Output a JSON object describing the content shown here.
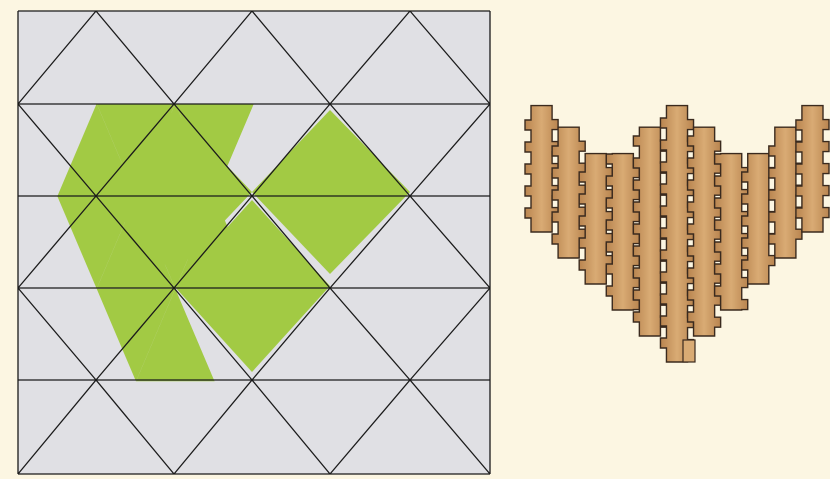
{
  "colors": {
    "background": "#fcf6e2",
    "cell_empty": "#e0e0e4",
    "cell_filled": "#a2ca44",
    "grid_line": "#1a1a1a",
    "wood_light": "#d9ab74",
    "wood_dark": "#b98550",
    "slot": "#3a2a1e"
  },
  "board": {
    "rows": 5,
    "cols": 6,
    "filled_cells": [
      [
        1,
        1
      ],
      [
        1,
        2
      ],
      [
        1,
        3
      ],
      [
        1,
        4
      ],
      [
        2,
        1
      ],
      [
        2,
        2
      ],
      [
        2,
        3
      ],
      [
        2,
        4
      ],
      [
        2,
        2
      ],
      [
        3,
        2
      ],
      [
        3,
        2
      ],
      [
        3,
        3
      ]
    ]
  },
  "preview": {
    "icon": "wooden-heart-puzzle-icon",
    "column_tops": [
      0.92,
      0.74,
      0.52,
      0.52,
      0.74,
      0.92,
      0.74,
      0.52,
      0.52,
      0.74,
      0.92
    ],
    "column_bottoms": [
      0.21,
      0.24,
      0.28,
      0.33,
      0.38,
      0.42,
      0.38,
      0.33,
      0.28,
      0.24,
      0.21
    ]
  }
}
